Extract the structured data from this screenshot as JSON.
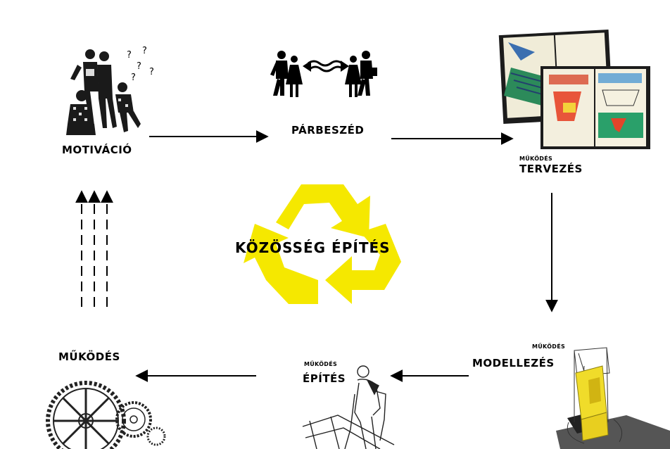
{
  "diagram": {
    "center_title": "KÖZÖSSÉG ÉPÍTÉS",
    "nodes": [
      {
        "id": "motivacio",
        "label": "MOTIVÁCIÓ",
        "prefix": ""
      },
      {
        "id": "parbeszed",
        "label": "PÁRBESZÉD",
        "prefix": ""
      },
      {
        "id": "tervezes",
        "label": "TERVEZÉS",
        "prefix": "MŰKÖDÉS"
      },
      {
        "id": "modellezes",
        "label": "MODELLEZÉS",
        "prefix": "MŰKÖDÉS"
      },
      {
        "id": "epites",
        "label": "ÉPÍTÉS",
        "prefix": "MŰKÖDÉS"
      },
      {
        "id": "mukodes",
        "label": "MŰKÖDÉS",
        "prefix": ""
      }
    ],
    "flow": [
      "motivacio → parbeszed",
      "parbeszed → tervezes",
      "tervezes → modellezes",
      "modellezes → epites",
      "epites → mukodes",
      "mukodes ⇢ motivacio"
    ],
    "colors": {
      "recycle_symbol": "#f5e800",
      "arrows": "#000000"
    }
  }
}
